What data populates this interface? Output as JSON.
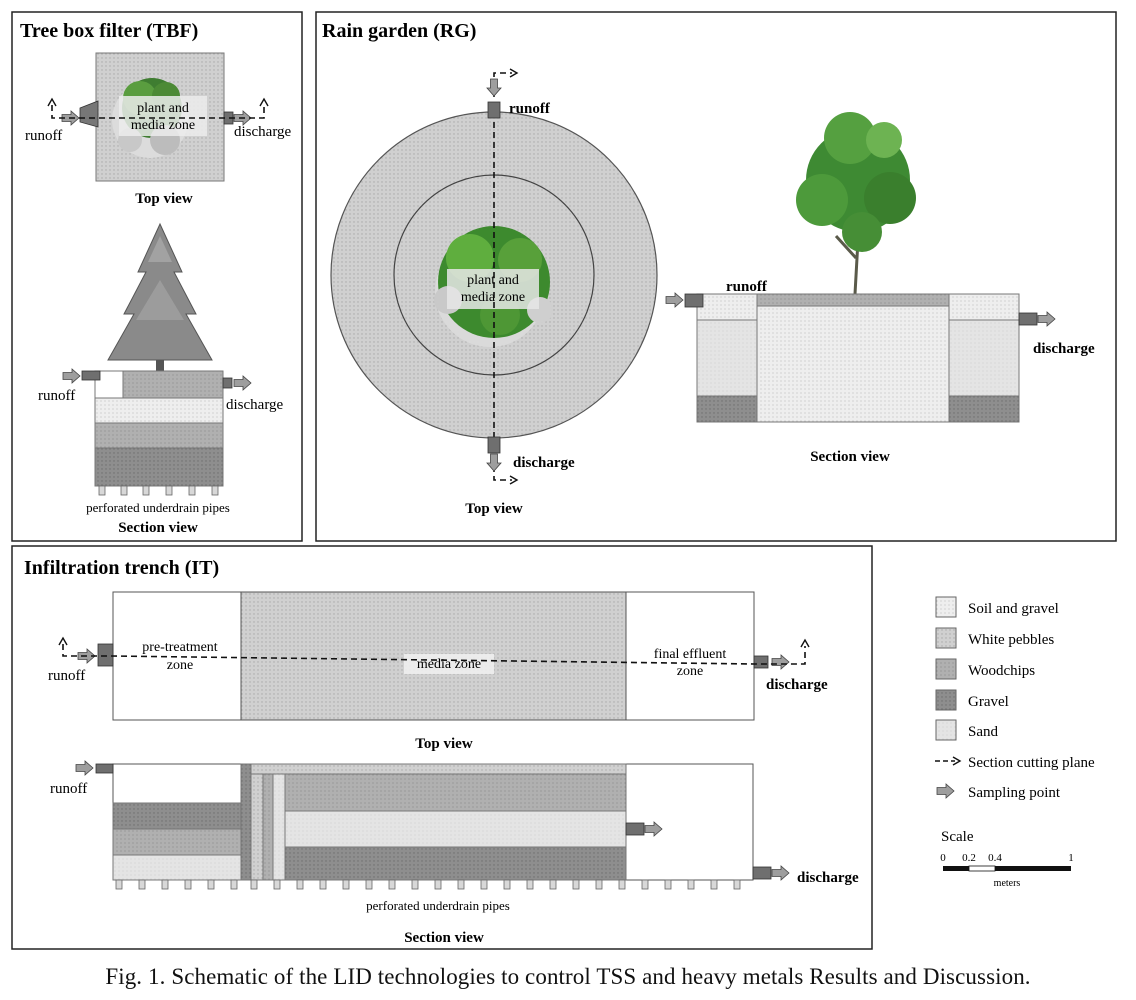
{
  "panels": {
    "tbf": {
      "title": "Tree box filter (TBF)",
      "runoff": "runoff",
      "discharge": "discharge",
      "zone": [
        "plant and",
        "media zone"
      ],
      "top_view": "Top view",
      "pipes": "perforated underdrain pipes",
      "section_view": "Section view"
    },
    "rg": {
      "title": "Rain garden (RG)",
      "runoff": "runoff",
      "discharge": "discharge",
      "zone": [
        "plant and",
        "media zone"
      ],
      "top_view": "Top view",
      "section_runoff": "runoff",
      "section_discharge": "discharge",
      "section_view": "Section view"
    },
    "it": {
      "title": "Infiltration trench (IT)",
      "runoff": "runoff",
      "discharge": "discharge",
      "pretreatment": [
        "pre-treatment",
        "zone"
      ],
      "media": "media zone",
      "final": [
        "final effluent",
        "zone"
      ],
      "top_view": "Top view",
      "section_runoff": "runoff",
      "section_discharge": "discharge",
      "pipes": "perforated underdrain pipes",
      "section_view": "Section view"
    }
  },
  "legend": {
    "items": [
      {
        "label": "Soil and gravel",
        "color": "#ececec"
      },
      {
        "label": "White pebbles",
        "color": "#d2d2d2"
      },
      {
        "label": "Woodchips",
        "color": "#b1b1b1"
      },
      {
        "label": "Gravel",
        "color": "#8f8f8f"
      },
      {
        "label": "Sand",
        "color": "#e3e3e3"
      }
    ],
    "cutting_plane": "Section cutting plane",
    "sampling_point": "Sampling point"
  },
  "scale": {
    "title": "Scale",
    "ticks": [
      "0",
      "0.2",
      "0.4",
      "1"
    ],
    "unit": "meters"
  },
  "caption": {
    "figno": "Fig. 1.",
    "text": "Schematic of the LID technologies to control TSS and heavy metals Results and Discussion."
  }
}
